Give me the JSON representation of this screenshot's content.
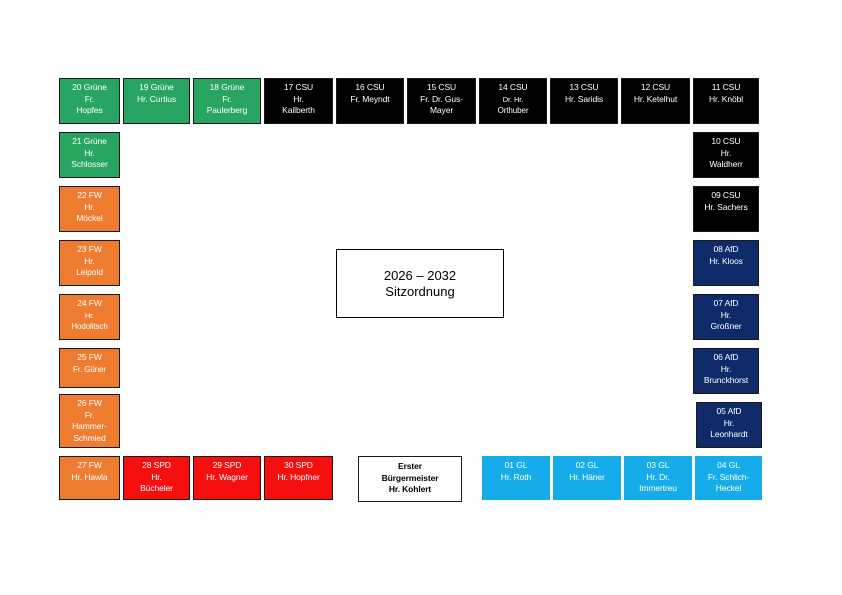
{
  "title": {
    "line1": "2026 – 2032",
    "line2": "Sitzordnung"
  },
  "colors": {
    "gruene": "#27a561",
    "csu": "#000000",
    "fw": "#ee7d31",
    "afd": "#0f2a68",
    "spd": "#f50f0f",
    "gl": "#16acea"
  },
  "seats": [
    {
      "lines": [
        "20 Grüne",
        "Fr.",
        "Hopfes"
      ]
    },
    {
      "lines": [
        "19 Grüne",
        "Hr. Curtius"
      ]
    },
    {
      "lines": [
        "18 Grüne",
        "Fr.",
        "Paulerberg"
      ]
    },
    {
      "lines": [
        "17 CSU",
        "Hr.",
        "Kailberth"
      ]
    },
    {
      "lines": [
        "16 CSU",
        "Fr. Meyndt"
      ]
    },
    {
      "lines": [
        "15 CSU",
        "Fr. Dr. Gus-",
        "Mayer"
      ]
    },
    {
      "lines": [
        "14 CSU",
        "Dr. Hr.",
        "Orthuber"
      ]
    },
    {
      "lines": [
        "13 CSU",
        "Hr. Saridis"
      ]
    },
    {
      "lines": [
        "12 CSU",
        "Hr. Ketelhut"
      ]
    },
    {
      "lines": [
        "11 CSU",
        "Hr. Knöbl"
      ]
    },
    {
      "lines": [
        "21 Grüne",
        "Hr.",
        "Schlosser"
      ]
    },
    {
      "lines": [
        "10 CSU",
        "Hr.",
        "Waldherr"
      ]
    },
    {
      "lines": [
        "22 FW",
        "Hr.",
        "Möckel"
      ]
    },
    {
      "lines": [
        "09 CSU",
        "Hr. Sachers"
      ]
    },
    {
      "lines": [
        "23 FW",
        "Hr.",
        "Leipold"
      ]
    },
    {
      "lines": [
        "08 AfD",
        "Hr. Kloos"
      ]
    },
    {
      "lines": [
        "24 FW",
        "Hr.",
        "Hodolitsch"
      ]
    },
    {
      "lines": [
        "07 AfD",
        "Hr.",
        "Großner"
      ]
    },
    {
      "lines": [
        "25 FW",
        "Fr. Güner"
      ]
    },
    {
      "lines": [
        "06 AfD",
        "Hr.",
        "Brunckhorst"
      ]
    },
    {
      "lines": [
        "26 FW",
        "Fr.",
        "Hammer-",
        "Schmied"
      ]
    },
    {
      "lines": [
        "05 AfD",
        "Hr.",
        "Leonhardt"
      ]
    },
    {
      "lines": [
        "27 FW",
        "Hr. Hawla"
      ]
    },
    {
      "lines": [
        "28 SPD",
        "Hr.",
        "Bücheler"
      ]
    },
    {
      "lines": [
        "29 SPD",
        "Hr. Wagner"
      ]
    },
    {
      "lines": [
        "30 SPD",
        "Hr. Hopfner"
      ]
    },
    {
      "lines": [
        "Erster",
        "Bürgermeister",
        "Hr. Kohlert"
      ]
    },
    {
      "lines": [
        "01 GL",
        "Hr. Roth"
      ]
    },
    {
      "lines": [
        "02 GL",
        "Hr. Häner"
      ]
    },
    {
      "lines": [
        "03 GL",
        "Hr. Dr.",
        "Immertreu"
      ]
    },
    {
      "lines": [
        "04 GL",
        "Fr. Schlich-",
        "Heckel"
      ]
    }
  ]
}
